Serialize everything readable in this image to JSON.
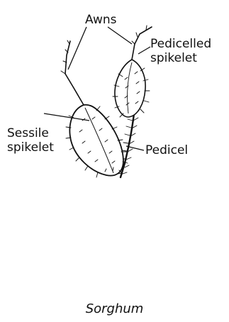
{
  "labels": {
    "awns": "Awns",
    "pedicelled_spikelet": [
      "Pedicelled",
      "spikelet"
    ],
    "sessile_spikelet": [
      "Sessile",
      "spikelet"
    ],
    "pedicel": "Pedicel"
  },
  "caption": "Sorghum",
  "colors": {
    "ink": "#111111",
    "background": "#ffffff"
  }
}
